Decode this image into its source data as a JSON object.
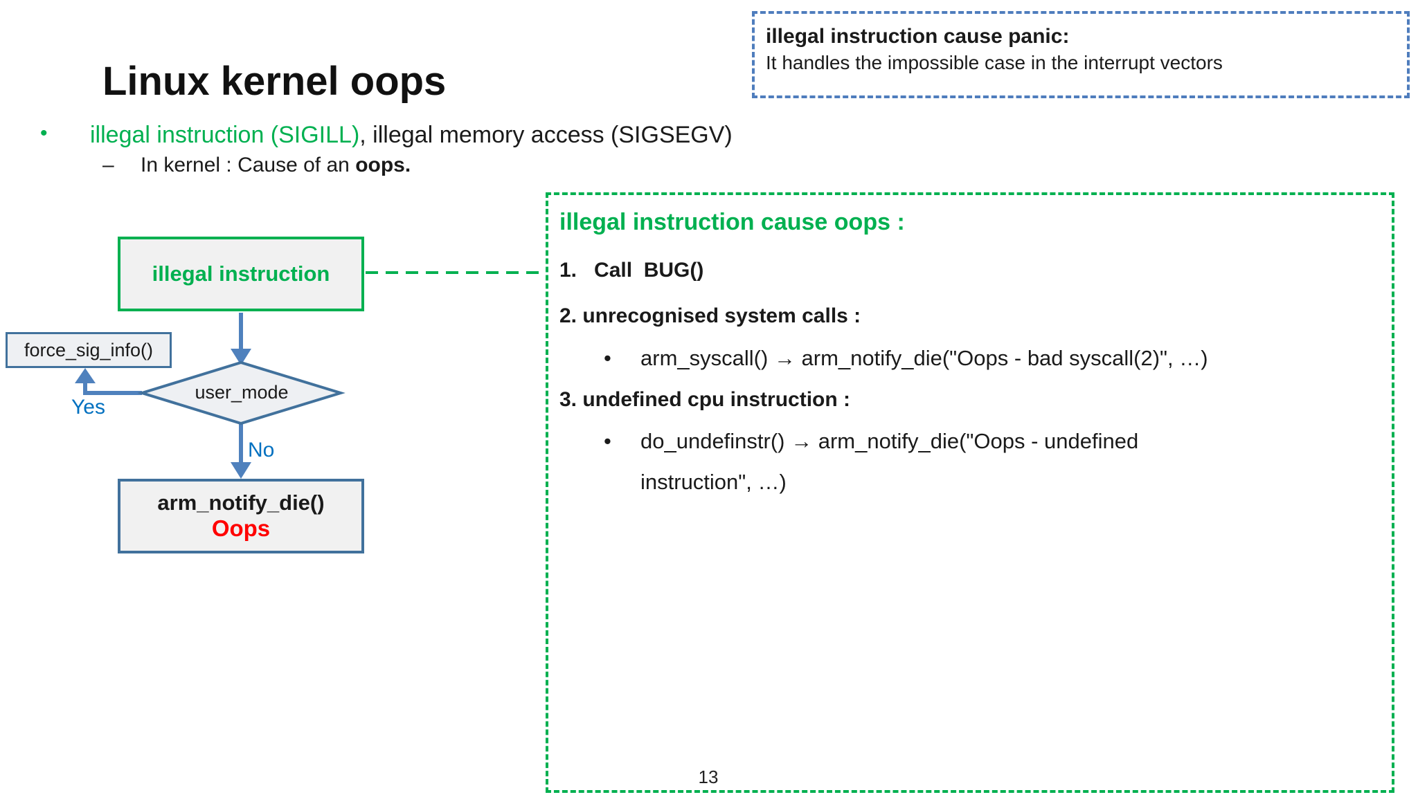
{
  "slide": {
    "title": "Linux kernel oops",
    "page_number": "13"
  },
  "panic_note": {
    "title": "illegal instruction cause panic:",
    "body": "It handles the impossible case in the interrupt vectors"
  },
  "intro": {
    "bullet_char": "•",
    "green_text": "illegal instruction (SIGILL)",
    "black_text": ", illegal memory access (SIGSEGV)",
    "sub_dash": "–",
    "sub_text": "In kernel : Cause of an ",
    "sub_bold": "oops."
  },
  "flowchart": {
    "start_box": "illegal instruction",
    "side_box": "force_sig_info()",
    "decision": "user_mode",
    "yes_label": "Yes",
    "no_label": "No",
    "end_line1": "arm_notify_die()",
    "end_line2": "Oops"
  },
  "oops_note": {
    "title": "illegal instruction cause oops :",
    "bullet_char": "•",
    "item1": "1.   Call  BUG()",
    "item2": "2. unrecognised system calls :",
    "item2_bullet": "arm_syscall() → arm_notify_die(\"Oops - bad syscall(2)\", …)",
    "item3": "3. undefined cpu instruction :",
    "item3_bullet_line1": "do_undefinstr() → arm_notify_die(\"Oops - undefined",
    "item3_bullet_line2": "instruction\", …)"
  },
  "colors": {
    "green": "#00B050",
    "node_border_blue": "#41719C",
    "arrow_blue": "#4F81BD",
    "dashed_panel_blue": "#4F7DBD",
    "label_blue": "#0070C0",
    "oops_red": "#FF0000"
  }
}
